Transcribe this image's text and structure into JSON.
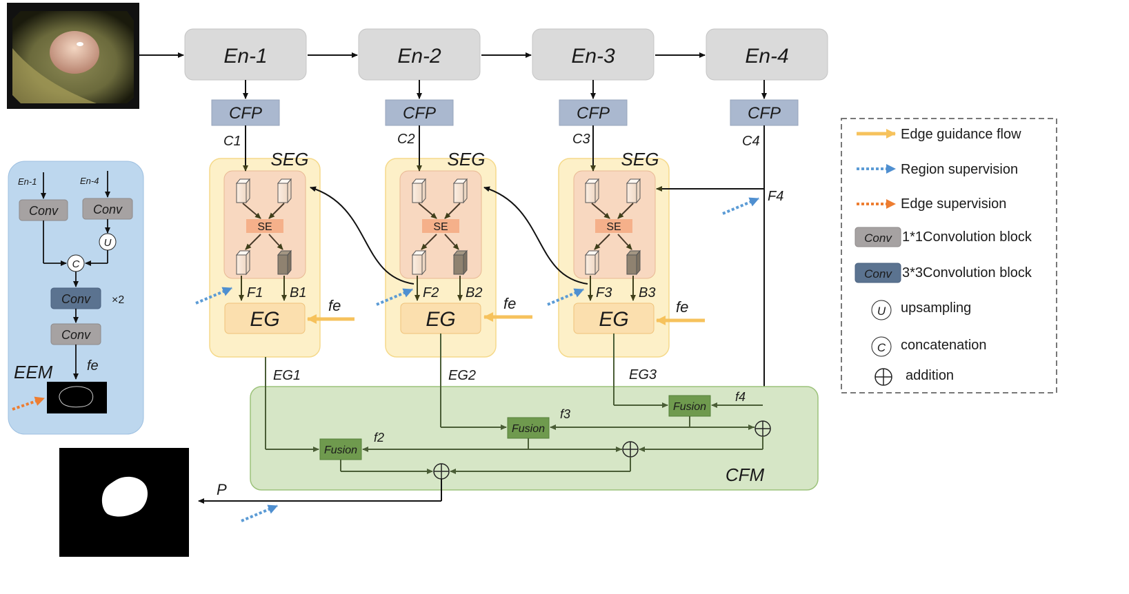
{
  "encoders": [
    "En-1",
    "En-2",
    "En-3",
    "En-4"
  ],
  "cfp_label": "CFP",
  "cfp_outputs": [
    "C1",
    "C2",
    "C3",
    "C4"
  ],
  "seg_label": "SEG",
  "se_label": "SE",
  "eg_label": "EG",
  "fe_label": "fe",
  "f_labels": [
    "F1",
    "F2",
    "F3"
  ],
  "f4_label": "F4",
  "b_labels": [
    "B1",
    "B2",
    "B3"
  ],
  "eg_outputs": [
    "EG1",
    "EG2",
    "EG3"
  ],
  "fusion_label": "Fusion",
  "fusion_f_labels": [
    "f2",
    "f3",
    "f4"
  ],
  "cfm_label": "CFM",
  "p_label": "P",
  "eem": {
    "title": "EEM",
    "inputs": [
      "En-1",
      "En-4"
    ],
    "conv_label": "Conv",
    "upsample_symbol": "U",
    "concat_symbol": "C",
    "times2": "×2",
    "output": "fe"
  },
  "legend": {
    "items": [
      {
        "icon": "yellow-arrow",
        "label": "Edge guidance flow"
      },
      {
        "icon": "blue-dotted-arrow",
        "label": "Region supervision"
      },
      {
        "icon": "orange-dotted-arrow",
        "label": "Edge  supervision"
      },
      {
        "icon": "conv-gray-box",
        "symbol": "Conv",
        "label": "1*1Convolution block"
      },
      {
        "icon": "conv-blue-box",
        "symbol": "Conv",
        "label": "3*3Convolution block"
      },
      {
        "icon": "upsampling-circle",
        "symbol": "U",
        "label": "upsampling"
      },
      {
        "icon": "concatenation-circle",
        "symbol": "C",
        "label": "concatenation"
      },
      {
        "icon": "addition-circle",
        "symbol": "⊕",
        "label": "addition"
      }
    ]
  },
  "colors": {
    "encoder_fill": "#dadada",
    "cfp_fill": "#aab8cf",
    "seg_fill": "#fdf0c8",
    "seg_inner_fill": "#f8d8c0",
    "se_fill": "#f5b08a",
    "eg_fill": "#fbdfae",
    "cfm_fill": "#d6e6c6",
    "fusion_fill": "#6f9a4e",
    "eem_fill": "#bdd7ee",
    "conv_gray": "#a6a2a2",
    "conv_blue": "#5b7390",
    "edge_guidance": "#f6c25c",
    "region_supervision": "#5b9bd5",
    "edge_supervision": "#ed7d31"
  }
}
